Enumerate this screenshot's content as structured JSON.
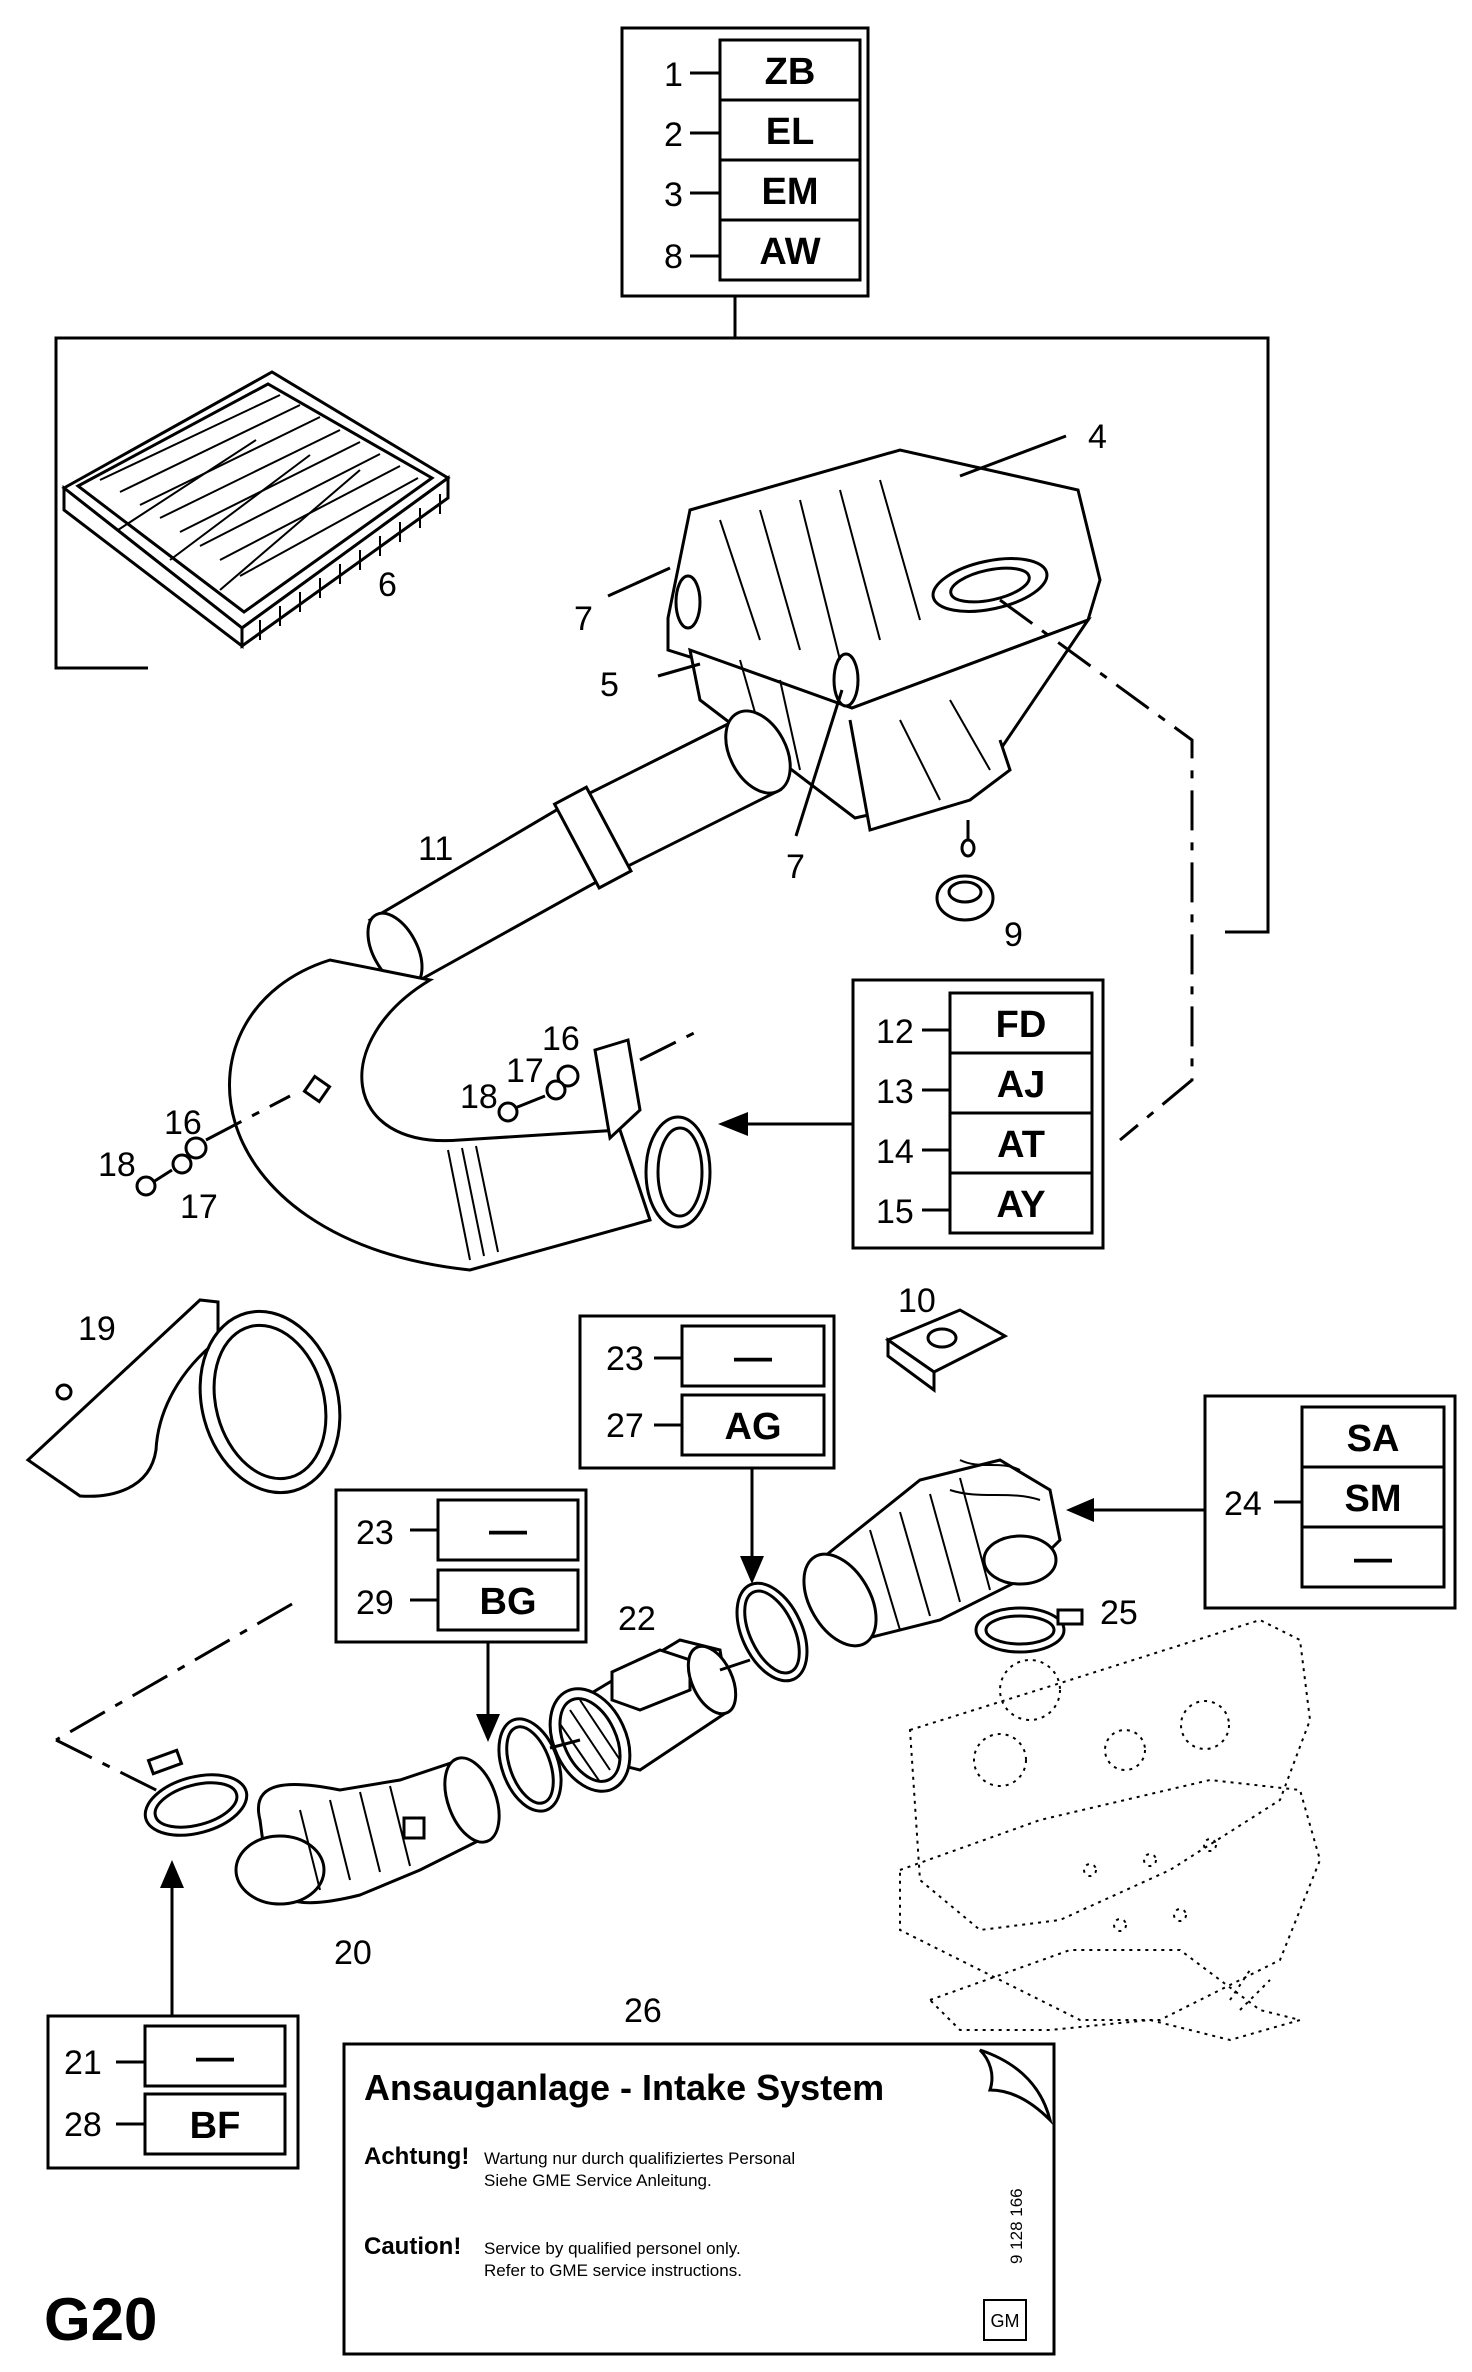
{
  "page_code": "G20",
  "callouts": {
    "p4": "4",
    "p5": "5",
    "p6": "6",
    "p7a": "7",
    "p7b": "7",
    "p9": "9",
    "p10": "10",
    "p11": "11",
    "p16a": "16",
    "p16b": "16",
    "p17a": "17",
    "p17b": "17",
    "p18a": "18",
    "p18b": "18",
    "p19": "19",
    "p20": "20",
    "p22": "22",
    "p25": "25",
    "p26": "26"
  },
  "table_top": [
    {
      "num": "1",
      "code": "ZB"
    },
    {
      "num": "2",
      "code": "EL"
    },
    {
      "num": "3",
      "code": "EM"
    },
    {
      "num": "8",
      "code": "AW"
    }
  ],
  "table_mid": [
    {
      "num": "12",
      "code": "FD"
    },
    {
      "num": "13",
      "code": "AJ"
    },
    {
      "num": "14",
      "code": "AT"
    },
    {
      "num": "15",
      "code": "AY"
    }
  ],
  "table_23_27": [
    {
      "num": "23",
      "code": "—"
    },
    {
      "num": "27",
      "code": "AG"
    }
  ],
  "table_24": {
    "num": "24",
    "codes": [
      "SA",
      "SM",
      "—"
    ]
  },
  "table_23_29": [
    {
      "num": "23",
      "code": "—"
    },
    {
      "num": "29",
      "code": "BG"
    }
  ],
  "table_21_28": [
    {
      "num": "21",
      "code": "—"
    },
    {
      "num": "28",
      "code": "BF"
    }
  ],
  "label": {
    "title": "Ansauganlage - Intake System",
    "achtung_head": "Achtung!",
    "achtung_line1": "Wartung nur durch qualifiziertes Personal",
    "achtung_line2": "Siehe GME Service Anleitung.",
    "caution_head": "Caution!",
    "caution_line1": "Service by qualified personel only.",
    "caution_line2": "Refer to GME service instructions.",
    "part_number": "9 128 166",
    "logo": "GM"
  }
}
